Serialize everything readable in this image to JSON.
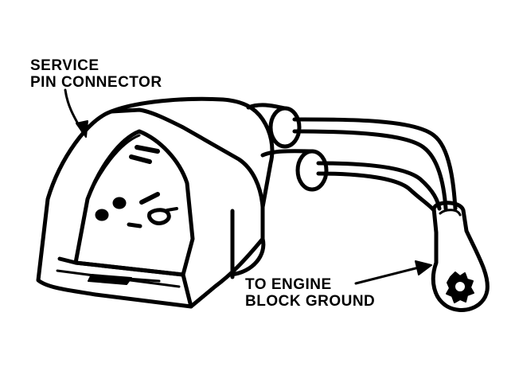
{
  "labels": {
    "service_line1": "SERVICE",
    "service_line2": "PIN CONNECTOR",
    "ground_line1": "TO ENGINE",
    "ground_line2": "BLOCK GROUND"
  },
  "colors": {
    "ink": "#000000",
    "paper": "#ffffff"
  }
}
